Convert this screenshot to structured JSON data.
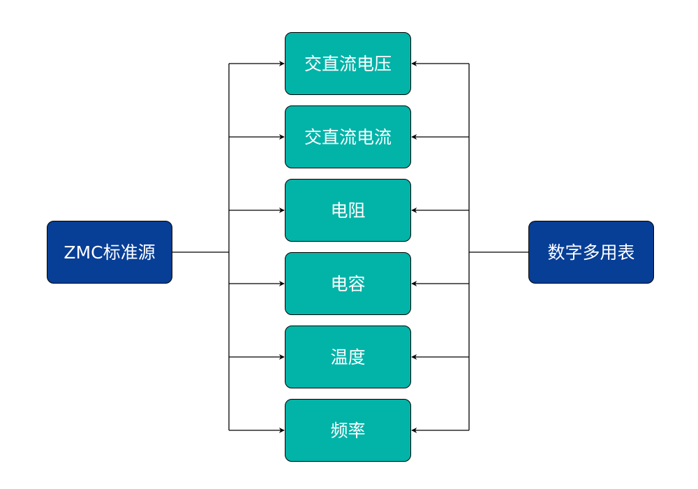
{
  "diagram": {
    "source": {
      "label": "ZMC标准源",
      "color": "#073e96"
    },
    "meter": {
      "label": "数字多用表",
      "color": "#073e96"
    },
    "item_color": "#02b3a8",
    "items": [
      {
        "label": "交直流电压"
      },
      {
        "label": "交直流电流"
      },
      {
        "label": "电阻"
      },
      {
        "label": "电容"
      },
      {
        "label": "温度"
      },
      {
        "label": "频率"
      }
    ]
  }
}
